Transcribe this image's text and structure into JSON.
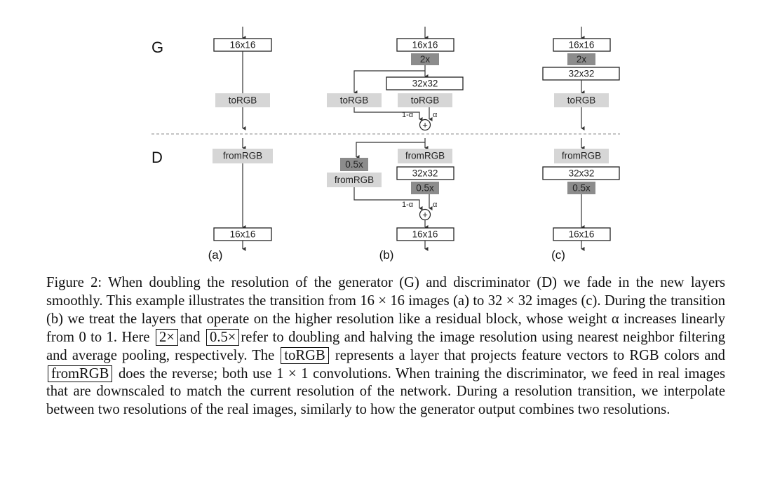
{
  "diagram": {
    "row_labels": {
      "generator": "G",
      "discriminator": "D"
    },
    "panel_labels": [
      "(a)",
      "(b)",
      "(c)"
    ],
    "blocks": {
      "res16": "16x16",
      "res32": "32x32",
      "upsample": "2x",
      "downsample": "0.5x",
      "to_rgb": "toRGB",
      "from_rgb": "fromRGB"
    },
    "fade_weights": {
      "one_minus_alpha": "1-α",
      "alpha": "α"
    },
    "sum_symbol": "+"
  },
  "caption": {
    "figure_label": "Figure 2:",
    "p1": "When doubling the resolution of the generator (G) and discriminator (D) we fade in the new layers smoothly. This example illustrates the transition from 16 × 16 images (a) to 32 × 32 images (c). During the transition (b) we treat the layers that operate on the higher resolution like a residual block, whose weight α increases linearly from 0 to 1. Here",
    "box_2x": "2×",
    "and": "and",
    "box_05x": "0.5×",
    "p2": "refer to doubling and halving the image resolution using nearest neighbor filtering and average pooling, respectively. The",
    "box_torgb": "toRGB",
    "p3": "represents a layer that projects feature vectors to RGB colors and",
    "box_fromrgb": "fromRGB",
    "p4": "does the reverse; both use 1 × 1 convolutions. When training the discriminator, we feed in real images that are downscaled to match the current resolution of the network. During a resolution transition, we interpolate between two resolutions of the real images, similarly to how the generator output combines two resolutions."
  }
}
